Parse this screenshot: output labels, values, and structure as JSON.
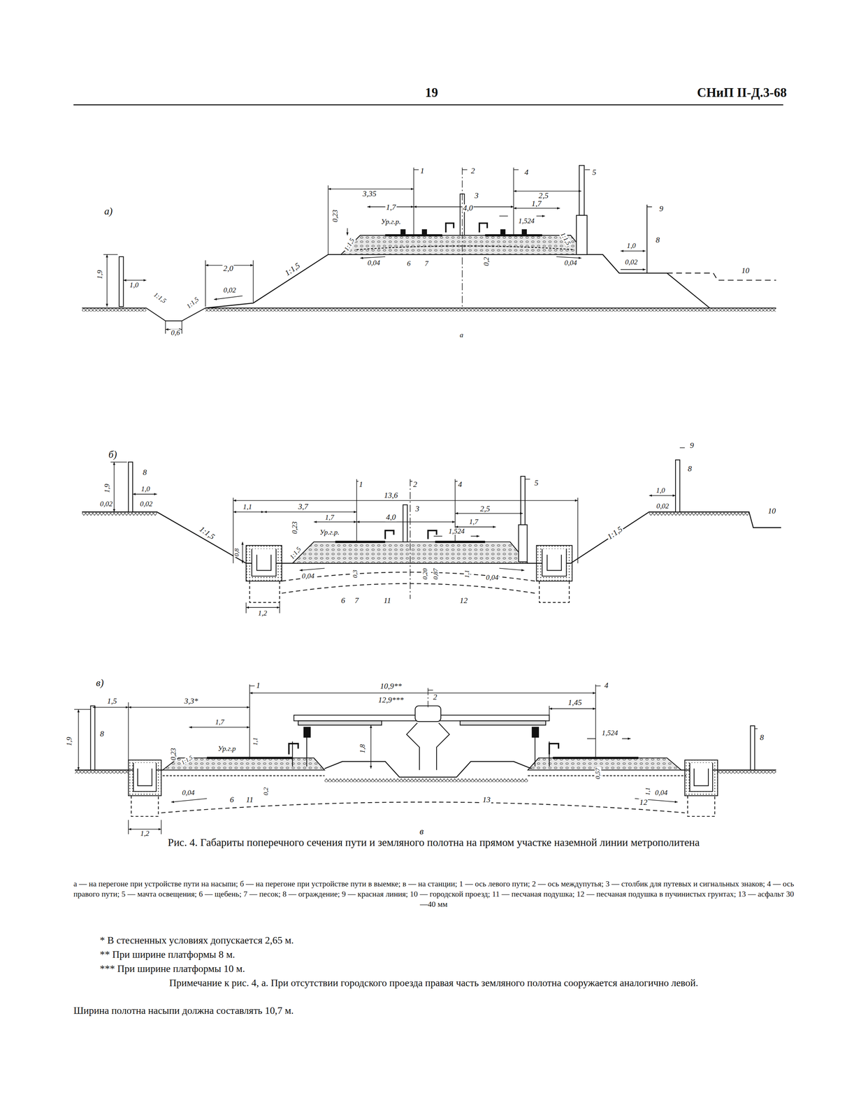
{
  "diagram": {
    "caption": "Рис. 4. Габариты поперечного сечения пути и земляного полотна на прямом участке наземной линии метрополитена",
    "labels": [
      "19",
      "СНиП II-Д.3-68",
      "а)",
      "1",
      "2",
      "3",
      "4",
      "5",
      "3,35",
      "2,5",
      "1,7",
      "4,0",
      "1,7",
      "1,524",
      "0,23",
      "Ур.г.р.",
      "1:1,5",
      "1:1,5",
      "0,04",
      "6",
      "7",
      "0,2",
      "0,04",
      "9",
      "8",
      "1,0",
      "0,02",
      "10",
      "1,9",
      "1,0",
      "2,0",
      "1:1,5",
      "0,02",
      "1:1,5",
      "1:1,5",
      "0,6",
      "а",
      "б)",
      "9",
      "8",
      "8",
      "1,9",
      "1,0",
      "0,02",
      "0,02",
      "1,0",
      "0,02",
      "1",
      "2",
      "13,6",
      "4",
      "5",
      "3",
      "10",
      "1,1",
      "3,7",
      "1,7",
      "4,0",
      "2,5",
      "1,7",
      "1,524",
      "0,23",
      "Ур.г.р.",
      "1:1,5",
      "1:1,5",
      "0,8",
      "1:1,5",
      "0,04",
      "0,3",
      "0,20",
      "0,87",
      "1,1",
      "0,04",
      "6",
      "7",
      "11",
      "12",
      "1,2",
      "в)",
      "1,5",
      "3,3*",
      "1",
      "10,9**",
      "12,9***",
      "2",
      "4",
      "1,45",
      "8",
      "8",
      "1,9",
      "0,23",
      "1,7",
      "Ур.г.р",
      "1:1,5",
      "1,1",
      "1,524",
      "1,8",
      "0,04",
      "0,2",
      "0,57",
      "1,1",
      "0,04",
      "6",
      "11",
      "13",
      "12",
      "1,2",
      "в",
      "а — на перегоне при устройстве пути на насыпи; б — на перегоне при устройстве пути в выемке; в — на станции; 1 — ось левого пути; 2 — ось междупутья; 3 — столбик для путевых и сигнальных знаков; 4 — ось правого пути; 5 — мачта освещения; 6 — щебень; 7 — песок; 8 — ограждение; 9 — красная линия; 10 — городской проезд; 11 — песчаная подушка; 12 — песчаная подушка в пучинистых грунтах; 13 — асфальт 30—40 мм",
      "* В стесненных условиях допускается 2,65 м.",
      "** При ширине платформы 8 м.",
      "*** При ширине платформы 10 м.",
      "Примечание к рис. 4, а. При отсутствии городского проезда правая часть земляного полотна сооружается аналогично левой.",
      "Ширина полотна насыпи должна составлять 10,7 м."
    ]
  }
}
